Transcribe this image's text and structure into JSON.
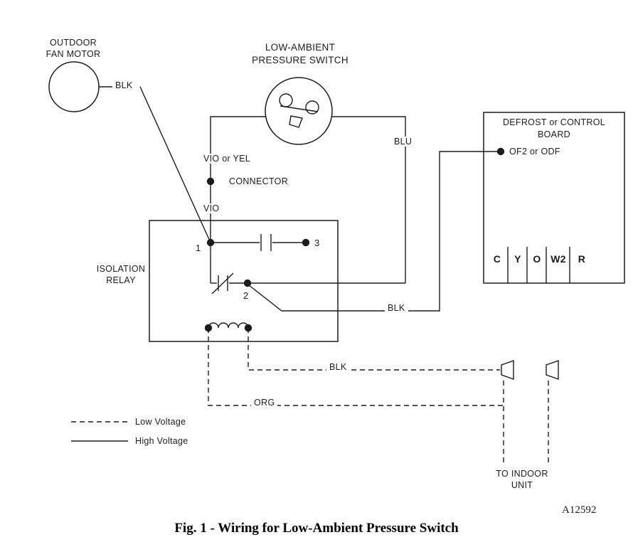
{
  "title": "Fig. 1 - Wiring for Low-Ambient Pressure Switch",
  "ref_number": "A12592",
  "fan_motor": {
    "label1": "OUTDOOR",
    "label2": "FAN MOTOR",
    "wire_label": "BLK"
  },
  "pressure_switch": {
    "label1": "LOW-AMBIENT",
    "label2": "PRESSURE SWITCH"
  },
  "connector": {
    "wire_above": "VIO or YEL",
    "label": "CONNECTOR",
    "wire_below": "VIO"
  },
  "relay": {
    "label1": "ISOLATION",
    "label2": "RELAY",
    "t1": "1",
    "t2": "2",
    "t3": "3"
  },
  "board": {
    "label1": "DEFROST or CONTROL",
    "label2": "BOARD",
    "output": "OF2 or ODF",
    "terminals": [
      "C",
      "Y",
      "O",
      "W2",
      "R"
    ]
  },
  "wires": {
    "blu": "BLU",
    "blk_high": "BLK",
    "blk_low": "BLK",
    "org": "ORG"
  },
  "indoor_unit": {
    "label1": "TO INDOOR",
    "label2": "UNIT"
  },
  "legend": {
    "low_voltage": "Low Voltage",
    "high_voltage": "High Voltage"
  }
}
